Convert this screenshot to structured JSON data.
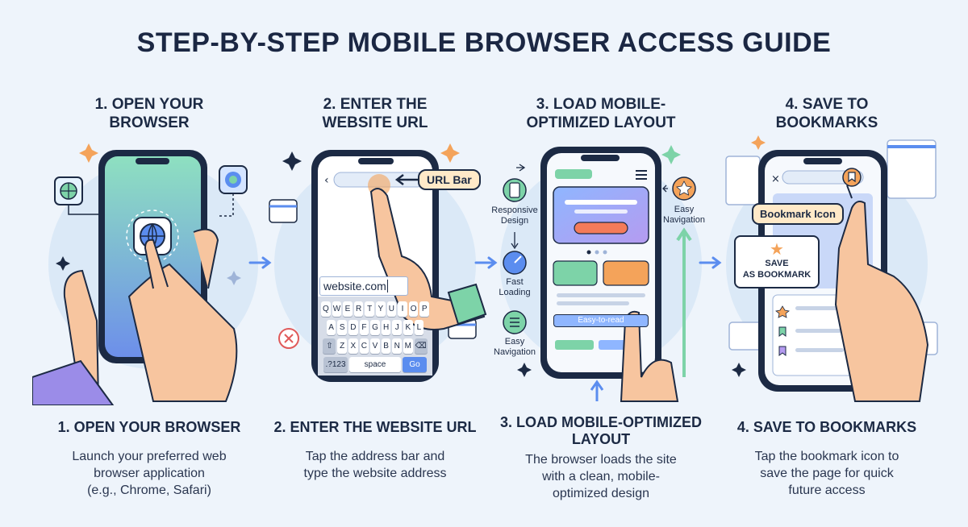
{
  "title": "STEP-BY-STEP MOBILE BROWSER ACCESS GUIDE",
  "colors": {
    "accent_blue": "#5b8def",
    "orange": "#f4a35a",
    "green": "#7dd3a8",
    "navy": "#1c2a44",
    "skin": "#f7c59f"
  },
  "steps": [
    {
      "head_line1": "1. OPEN YOUR",
      "head_line2": "BROWSER",
      "bottom_title": "1. OPEN YOUR BROWSER",
      "desc": [
        "Launch your preferred web",
        "browser application",
        "(e.g., Chrome, Safari)"
      ]
    },
    {
      "head_line1": "2. ENTER THE",
      "head_line2": "WEBSITE URL",
      "bottom_title": "2. ENTER THE WEBSITE URL",
      "desc": [
        "Tap the address bar and",
        "type the website address"
      ],
      "url_bar_label": "URL Bar",
      "url_text": "website.com",
      "keyboard_rows": [
        [
          "Q",
          "W",
          "E",
          "R",
          "T",
          "Y",
          "U",
          "I",
          "O",
          "P"
        ],
        [
          "A",
          "S",
          "D",
          "F",
          "G",
          "H",
          "J",
          "K",
          "L"
        ],
        [
          "Z",
          "X",
          "C",
          "V",
          "B",
          "N",
          "M"
        ]
      ],
      "key_num": ".?123",
      "key_space": "space",
      "key_go": "Go"
    },
    {
      "head_line1": "3. LOAD MOBILE-",
      "head_line2": "OPTIMIZED LAYOUT",
      "bottom_title_line1": "3. LOAD MOBILE-OPTIMIZED",
      "bottom_title_line2": "LAYOUT",
      "desc": [
        "The browser loads the site",
        "with a clean, mobile-",
        "optimized design"
      ],
      "feature_responsive": [
        "Responsive",
        "Design"
      ],
      "feature_fast": [
        "Fast",
        "Loading"
      ],
      "feature_easy_left": [
        "Easy",
        "Navigation"
      ],
      "feature_easy_right": [
        "Easy",
        "Navigation"
      ],
      "easy_to_read": "Easy-to-read"
    },
    {
      "head_line1": "4. SAVE TO",
      "head_line2": "BOOKMARKS",
      "bottom_title": "4. SAVE TO BOOKMARKS",
      "desc": [
        "Tap the bookmark icon to",
        "save the page for quick",
        "future access"
      ],
      "bookmark_icon_label": "Bookmark Icon",
      "save_line1": "SAVE",
      "save_line2": "AS BOOKMARK"
    }
  ]
}
